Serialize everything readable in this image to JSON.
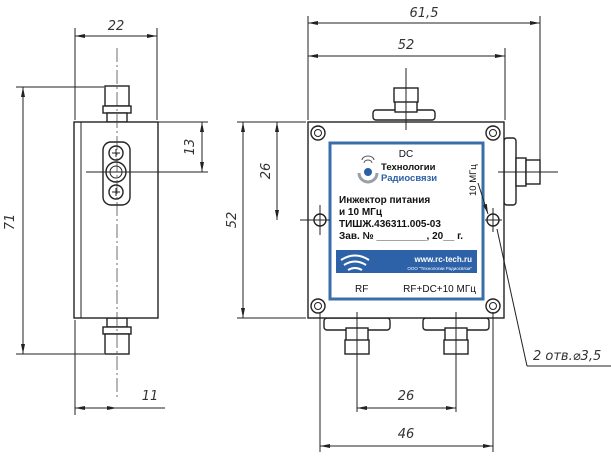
{
  "drawing": {
    "side_view": {
      "dimensions": {
        "width": "22",
        "height": "71",
        "connector_offset": "13",
        "center_offset": "11"
      }
    },
    "front_view": {
      "dimensions": {
        "overall_width": "61,5",
        "body_width": "52",
        "body_height": "52",
        "hole_height": "26",
        "connector_spacing": "26",
        "mount_width": "46"
      },
      "hole_callout": "2 отв.⌀3,5",
      "label": {
        "port_top": "DC",
        "port_right": "10 МГц",
        "port_bottom_left": "RF",
        "port_bottom_right": "RF+DC+10 МГц",
        "brand_line1": "Технологии",
        "brand_line2": "Радиосвязи",
        "product_line1": "Инжектор питания",
        "product_line2": "и 10 МГц",
        "part_number": "ТИШЖ.436311.005-03",
        "serial_line": "Зав. № _________, 20__ г.",
        "website": "www.rc-tech.ru",
        "company": "ООО \"Технологии Радиосвязи\"",
        "colors": {
          "frame": "#3a6ea8",
          "band": "#2e62a8",
          "brand_text": "#2b5fa6",
          "logo_dot": "#2b5fa6",
          "logo_arc": "#9aa0a6"
        }
      }
    }
  }
}
